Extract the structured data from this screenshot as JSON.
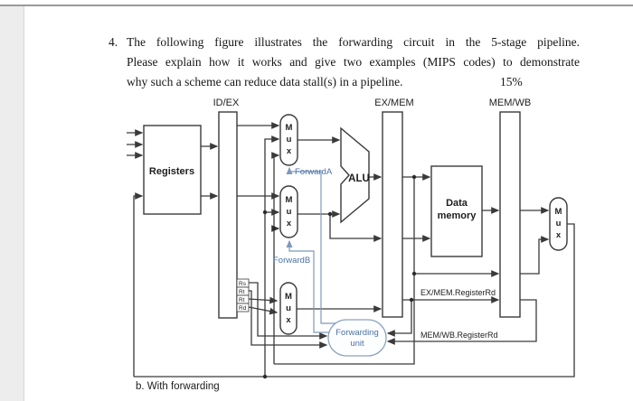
{
  "question": {
    "number": "4.",
    "line1": "The following figure illustrates the forwarding circuit in the 5-stage pipeline.",
    "line2": "Please explain how it works and give two examples (MIPS codes) to demonstrate",
    "line3": "why such a scheme can reduce data stall(s) in a pipeline.",
    "score": "15%"
  },
  "diagram": {
    "pipeline_labels": {
      "id_ex": "ID/EX",
      "ex_mem": "EX/MEM",
      "mem_wb": "MEM/WB"
    },
    "registers_label": "Registers",
    "alu_label": "ALU",
    "data_memory": {
      "line1": "Data",
      "line2": "memory"
    },
    "mux_letters": [
      "M",
      "u",
      "x"
    ],
    "forward_a": "ForwardA",
    "forward_b": "ForwardB",
    "forwarding_unit": {
      "line1": "Forwarding",
      "line2": "unit"
    },
    "reg_fields": [
      "Rs",
      "Rt",
      "Rt",
      "Rd"
    ],
    "ex_mem_register_rd": "EX/MEM.RegisterRd",
    "mem_wb_register_rd": "MEM/WB.RegisterRd",
    "caption": "b. With forwarding",
    "colors": {
      "wire": "#3a3a3a",
      "blue_text": "#4a72a8",
      "blue_wire": "#7e99bb"
    }
  }
}
